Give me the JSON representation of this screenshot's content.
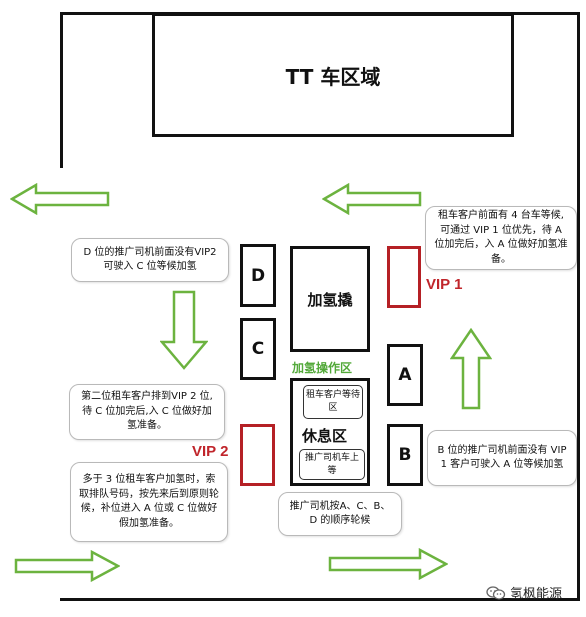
{
  "zones": {
    "tt_zone": "TT 车区域",
    "dispenser": "加氢撬",
    "operation_area": "加氢操作区",
    "rest_area": "休息区",
    "rental_waiting": "租车客户等待区",
    "promo_driver_waiting": "推广司机车上等"
  },
  "slots": {
    "a": "A",
    "b": "B",
    "c": "C",
    "d": "D"
  },
  "vip": {
    "vip1": "VIP 1",
    "vip2": "VIP 2"
  },
  "notes": {
    "d_driver": "D 位的推广司机前面没有VIP2 可驶入 C 位等候加氢",
    "second_rental": "第二位租车客户排到VIP 2 位,待 C 位加完后,入 C 位做好加氢准备。",
    "more_than_three": "多于 3 位租车客户加氢时，索取排队号码，按先来后到原则轮候，补位进入 A 位或 C 位做好假加氢准备。",
    "rental_four": "租车客户前面有 4 台车等候,可通过 VIP 1 位优先，待 A 位加完后，入 A 位做好加氢准备。",
    "b_driver": "B 位的推广司机前面没有 VIP 1 客户可驶入 A 位等候加氢",
    "rotation": "推广司机按A、C、B、D 的顺序轮候"
  },
  "brand": {
    "name": "氢枫能源",
    "icon": "wechat-icon"
  },
  "colors": {
    "arrow_green": "#6cb33f",
    "vip_red": "#c0252b",
    "op_green": "#53a93a"
  }
}
